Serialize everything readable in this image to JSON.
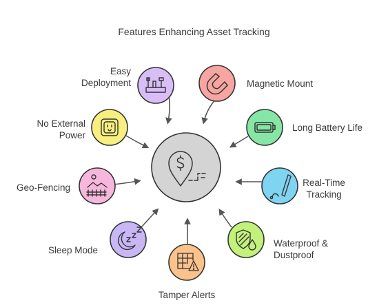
{
  "title": "Features Enhancing Asset Tracking",
  "hub": {
    "icon": "location-dollar-icon",
    "color": "#d4d4d4"
  },
  "features": [
    {
      "id": "easy-deployment",
      "lines": [
        "Easy",
        "Deployment"
      ],
      "icon": "toolbox-icon",
      "color": "#d9bdf7"
    },
    {
      "id": "magnetic-mount",
      "lines": [
        "Magnetic Mount"
      ],
      "icon": "magnet-icon",
      "color": "#f6a5a0"
    },
    {
      "id": "no-external-power",
      "lines": [
        "No External",
        "Power"
      ],
      "icon": "power-outlet-icon",
      "color": "#f7ef7e"
    },
    {
      "id": "long-battery-life",
      "lines": [
        "Long Battery Life"
      ],
      "icon": "battery-icon",
      "color": "#85e6a6"
    },
    {
      "id": "geo-fencing",
      "lines": [
        "Geo-Fencing"
      ],
      "icon": "landscape-fence-icon",
      "color": "#f7b7dc"
    },
    {
      "id": "real-time-tracking",
      "lines": [
        "Real-Time",
        "Tracking"
      ],
      "icon": "stylus-tablet-icon",
      "color": "#7fd4f2"
    },
    {
      "id": "sleep-mode",
      "lines": [
        "Sleep Mode"
      ],
      "icon": "moon-zzz-icon",
      "color": "#c9b7f5"
    },
    {
      "id": "waterproof-dustproof",
      "lines": [
        "Waterproof &",
        "Dustproof"
      ],
      "icon": "shield-drop-icon",
      "color": "#c2f27c"
    },
    {
      "id": "tamper-alerts",
      "lines": [
        "Tamper Alerts"
      ],
      "icon": "warning-grid-icon",
      "color": "#fbc28c"
    }
  ]
}
